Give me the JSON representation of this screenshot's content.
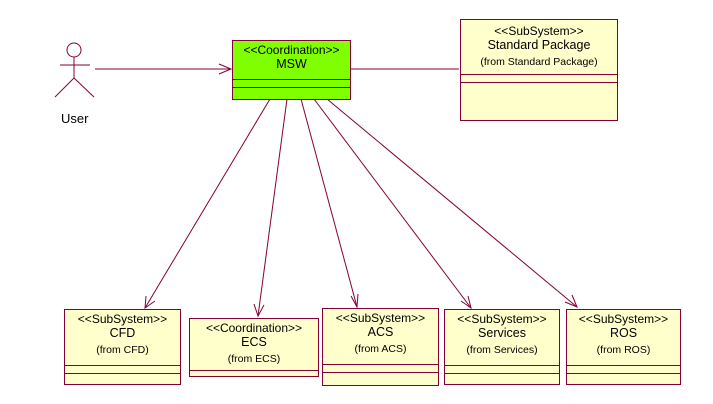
{
  "colors": {
    "line": "#840036",
    "class_fill": "#ffffcc",
    "highlight_fill": "#80ff00",
    "background": "#ffffff"
  },
  "actor": {
    "name": "User",
    "icon": "stick-figure-actor-icon"
  },
  "main": {
    "stereotype": "<<Coordination>>",
    "name": "MSW"
  },
  "standard_package": {
    "stereotype": "<<SubSystem>>",
    "name": "Standard Package",
    "from": "(from Standard Package)"
  },
  "subsystems": [
    {
      "stereotype": "<<SubSystem>>",
      "name": "CFD",
      "from": "(from CFD)"
    },
    {
      "stereotype": "<<Coordination>>",
      "name": "ECS",
      "from": "(from ECS)"
    },
    {
      "stereotype": "<<SubSystem>>",
      "name": "ACS",
      "from": "(from ACS)"
    },
    {
      "stereotype": "<<SubSystem>>",
      "name": "Services",
      "from": "(from Services)"
    },
    {
      "stereotype": "<<SubSystem>>",
      "name": "ROS",
      "from": "(from ROS)"
    }
  ],
  "relationships": [
    {
      "from": "User",
      "to": "MSW",
      "type": "navigable-association"
    },
    {
      "from": "MSW",
      "to": "Standard Package",
      "type": "association"
    },
    {
      "from": "MSW",
      "to": "CFD",
      "type": "navigable-association"
    },
    {
      "from": "MSW",
      "to": "ECS",
      "type": "navigable-association"
    },
    {
      "from": "MSW",
      "to": "ACS",
      "type": "navigable-association"
    },
    {
      "from": "MSW",
      "to": "Services",
      "type": "navigable-association"
    },
    {
      "from": "MSW",
      "to": "ROS",
      "type": "navigable-association"
    }
  ]
}
